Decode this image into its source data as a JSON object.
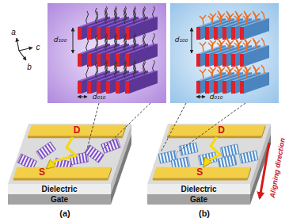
{
  "diagram": {
    "nodes": [
      {
        "text": [
          "D"
        ]
      },
      {
        "text": [
          "S"
        ]
      },
      {
        "text": [
          "Dielectric"
        ]
      },
      {
        "text": [
          "Gate"
        ]
      },
      {
        "text": [
          "D"
        ]
      },
      {
        "text": [
          "S"
        ]
      },
      {
        "text": [
          "Dielectric"
        ]
      },
      {
        "text": [
          "Gate"
        ]
      }
    ],
    "edges": [
      {
        "from": 0,
        "to": 1,
        "arrow": "to"
      },
      {
        "from": 4,
        "to": 5,
        "arrow": "to"
      }
    ],
    "labels": [
      "a",
      "c",
      "b",
      "d₁₀₀",
      "d₀₁₀",
      "d₁₀₀",
      "d₀₁₀",
      "(a)",
      "(b)",
      "Aligning direction"
    ]
  }
}
